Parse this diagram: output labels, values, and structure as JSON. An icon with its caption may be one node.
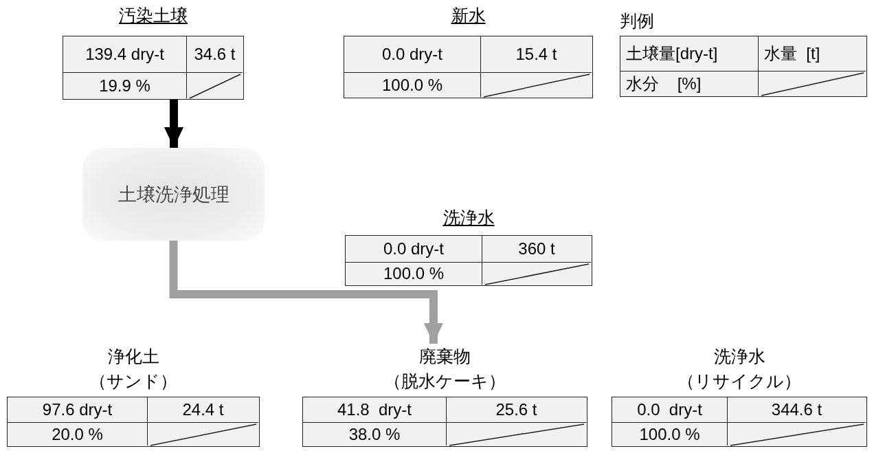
{
  "diagram": {
    "nodes": [
      {
        "text": [
          "汚染土壌",
          "139.4 dry-t",
          "34.6 t",
          "19.9 %"
        ]
      },
      {
        "text": [
          "新水",
          "0.0 dry-t",
          "15.4 t",
          "100.0 %"
        ]
      },
      {
        "text": [
          "判例",
          "土壌量[dry-t]",
          "水量  [t]",
          "水分    [%]"
        ]
      },
      {
        "text": [
          "土壌洗浄処理"
        ]
      },
      {
        "text": [
          "洗浄水",
          "0.0 dry-t",
          "360 t",
          "100.0 %"
        ]
      },
      {
        "text": [
          "浄化土（サンド）",
          "97.6 dry-t",
          "24.4 t",
          "20.0 %"
        ]
      },
      {
        "text": [
          "廃棄物（脱水ケーキ）",
          "41.8  dry-t",
          "25.6 t",
          "38.0 %"
        ]
      },
      {
        "text": [
          "洗浄水（リサイクル）",
          "0.0  dry-t",
          "344.6 t",
          "100.0 %"
        ]
      }
    ],
    "edges": [
      {
        "from": 0,
        "to": 3,
        "arrow": "to"
      },
      {
        "from": 3,
        "to": 6,
        "arrow": "to",
        "color": "#a0a0a0"
      }
    ]
  }
}
